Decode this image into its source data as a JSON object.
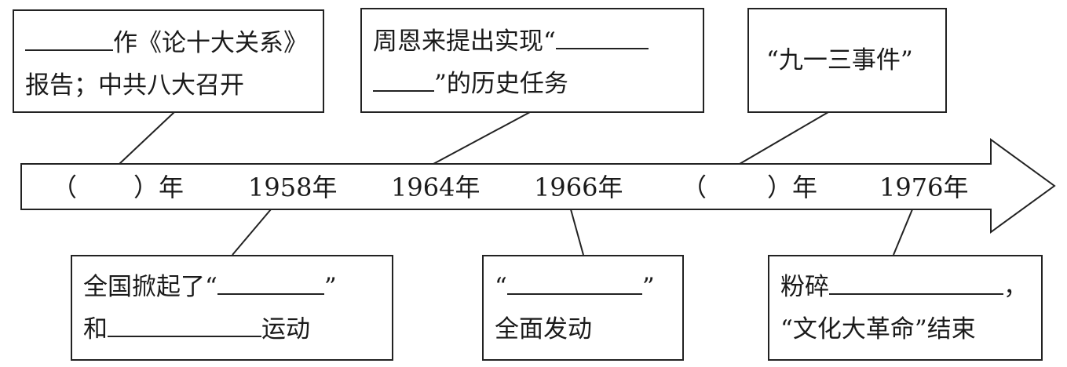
{
  "timeline": {
    "years": [
      "（",
      "）年",
      "1958年",
      "1964年",
      "1966年",
      "（",
      "）年",
      "1976年"
    ]
  },
  "events": {
    "b1": {
      "l1": "作《论十大关系》",
      "l2": "报告；中共八大召开"
    },
    "b2": {
      "l1": "周恩来提出实现“",
      "l2": "”的历史任务"
    },
    "b3": {
      "l1": "“九一三事件”"
    },
    "b4": {
      "l1a": "全国掀起了“",
      "l1b": "”",
      "l2a": "和",
      "l2b": "运动"
    },
    "b5": {
      "l1a": "“",
      "l1b": "”",
      "l2": "全面发动"
    },
    "b6": {
      "l1a": "粉碎",
      "l1b": "，",
      "l2": "“文化大革命”结束"
    }
  }
}
